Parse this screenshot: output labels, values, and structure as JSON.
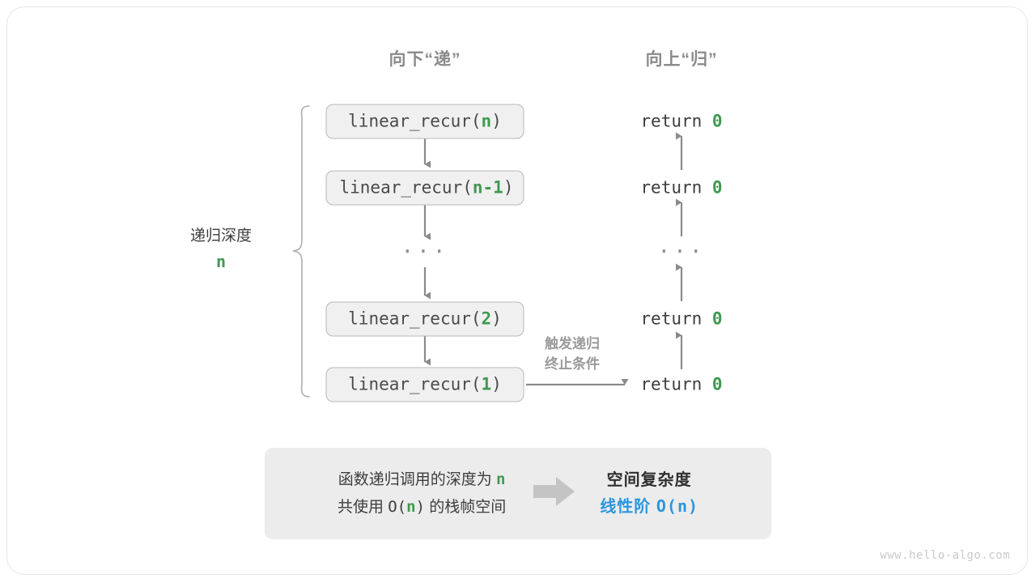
{
  "headers": {
    "down": "向下“递”",
    "up": "向上“归”"
  },
  "depth_annotation": {
    "text": "递归深度",
    "value": "n"
  },
  "trigger_note": {
    "line1": "触发递归",
    "line2": "终止条件"
  },
  "call_stack": [
    {
      "prefix": "linear_recur(",
      "arg": "n",
      "suffix": ")"
    },
    {
      "prefix": "linear_recur(",
      "arg": "n-1",
      "suffix": ")"
    },
    {
      "ellipsis": "···"
    },
    {
      "prefix": "linear_recur(",
      "arg": "2",
      "suffix": ")"
    },
    {
      "prefix": "linear_recur(",
      "arg": "1",
      "suffix": ")"
    }
  ],
  "returns": [
    {
      "keyword": "return",
      "value": "0"
    },
    {
      "keyword": "return",
      "value": "0"
    },
    {
      "ellipsis": "···"
    },
    {
      "keyword": "return",
      "value": "0"
    },
    {
      "keyword": "return",
      "value": "0"
    }
  ],
  "summary": {
    "left_line1_pre": "函数递归调用的深度为 ",
    "left_line1_n": "n",
    "left_line2_pre": "共使用 ",
    "left_line2_o": "O(",
    "left_line2_n": "n",
    "left_line2_close": ")",
    "left_line2_post": " 的栈帧空间",
    "arrow_icon": "right-block-arrow-icon",
    "right_title": "空间复杂度",
    "right_value_text": "线性阶 ",
    "right_value_complexity": "O(n)"
  },
  "watermark": "www.hello-algo.com",
  "colors": {
    "accent_green": "#3f9950",
    "accent_blue": "#2b96dd",
    "box_fill": "#f0f0f0",
    "box_border": "#b8b8b8",
    "panel_fill": "#ececec",
    "arrow_gray": "#8a8a8a",
    "header_gray": "#8a8a8a"
  }
}
